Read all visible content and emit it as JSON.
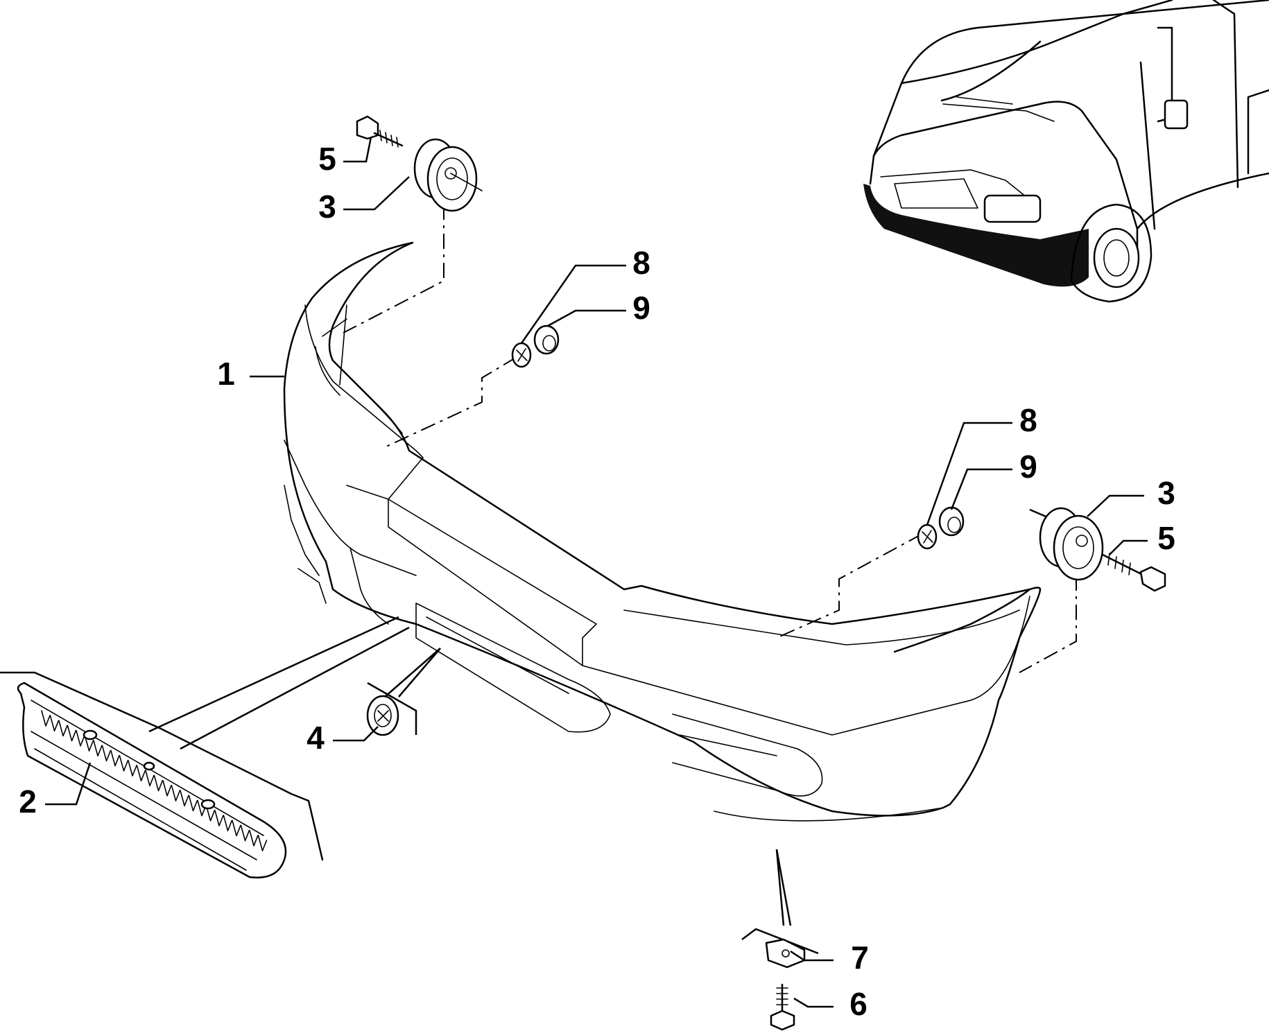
{
  "callouts": {
    "c1": "1",
    "c2": "2",
    "c3a": "3",
    "c3b": "3",
    "c4": "4",
    "c5a": "5",
    "c5b": "5",
    "c6": "6",
    "c7": "7",
    "c8a": "8",
    "c8b": "8",
    "c9a": "9",
    "c9b": "9"
  }
}
